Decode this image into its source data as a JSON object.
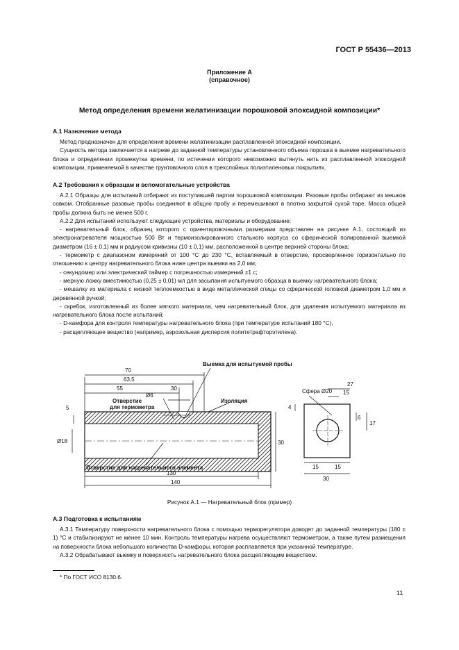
{
  "header": {
    "standard": "ГОСТ Р 55436—2013"
  },
  "appendix": {
    "label": "Приложение А",
    "note": "(справочное)"
  },
  "title": "Метод определения времени желатинизации порошковой эпоксидной композиции*",
  "s1": {
    "heading": "А.1  Назначение метода",
    "paras": [
      "Метод предназначен для определения времени желатинизации расплавленной эпоксидной композиции.",
      "Сущность метода заключается в нагреве до заданной температуры установленного объема порошка в выемке нагревательного блока и определении промежутка времени, по истечении которого невозможно вытянуть нить из расплавленной эпоксидной композиции, применяемой в качестве грунтовочного слоя в трехслойных полиэтиленовых покрытиях."
    ]
  },
  "s2": {
    "heading": "А.2  Требования к образцам и вспомогательные устройства",
    "paras": [
      "А.2.1  Образцы для испытаний отбирают из поступившей партии порошковой композиции. Разовые пробы отбирают из мешков совком. Отобранные разовые пробы соединяют в общую пробу и перемешивают в плотно закрытой сухой таре. Масса общей пробы должна быть не менее 500 г.",
      "А.2.2  Для испытаний используют следующие устройства, материалы и оборудование:",
      "- нагревательный блок, образец которого с ориентировочными размерами представлен на рисунке А.1, состоящий из электронагревателя мощностью 500 Вт и термоизолированного стального корпуса со сферической полированной выемкой диаметром (16 ± 0,1) мм и радиусом кривизны (10 ± 0,1) мм, расположенной в центре верхней стороны блока;",
      "- термометр с диапазоном измерений от 100 °С до 230 °С, вставляемый в отверстие, просверленное горизонтально по отношению к центру нагревательного блока ниже центра выемки на 2,0 мм;",
      "- секундомер или электрический таймер с погрешностью измерений ±1 с;",
      "- мерную ложку вместимостью (0,25 ± 0,01) мл для засыпания испытуемого образца в выемку нагревательного блока;",
      "- мешалку из материала с низкой теплоемкостью в виде металлической спицы со сферической головкой диаметром 1,0 мм и деревянной ручкой;",
      "- скребок, изготовленный из более мягкого материала, чем нагревательный блок, для удаления испытуемого материала из нагревательного блока после испытаний;",
      "- D-камфора для контроля температуры нагревательного блока (при температуре испытаний 180 °С),",
      "- расщепляющее вещество (например, аэрозольная дисперсия политетрафторэтилена)."
    ]
  },
  "figure": {
    "labels": {
      "d70": "70",
      "d63": "63,5",
      "d55": "55",
      "d30a": "30",
      "d6": "Ø6",
      "groove": "Выемка для испытуемой пробы",
      "thermo1": "Отверстие",
      "thermo2": "для термометра",
      "insul": "Изоляция",
      "d5": "5",
      "d18": "Ø18",
      "d30b": "30",
      "elemhole": "Отверстие для нагревательного элемента",
      "d130": "130",
      "d140": "140",
      "sphere": "Сфера Ø20",
      "d27": "27",
      "d15a": "15",
      "d4": "4",
      "d6b": "6",
      "d17": "17",
      "d15b": "15",
      "d15c": "15",
      "d30c": "30"
    },
    "caption": "Рисунок А.1 — Нагревательный блок (пример)"
  },
  "s3": {
    "heading": "А.3  Подготовка к испытаниям",
    "paras": [
      "А.3.1  Температуру поверхности нагревательного блока с помощью терморегулятора доводят до заданной температуры (180 ± 1) °С и стабилизируют не менее 10 мин. Контроль температуры нагрева осуществляют термометром, а также путем размещения на поверхности блока небольшого количества D-камфоры, которая расплавляется при указанной температуре.",
      "А.3.2  Обрабатывают выемку и поверхность нагревательного блока расщепляющим веществом."
    ]
  },
  "footnote": "* По ГОСТ ИСО 8130.6.",
  "page_number": "11"
}
